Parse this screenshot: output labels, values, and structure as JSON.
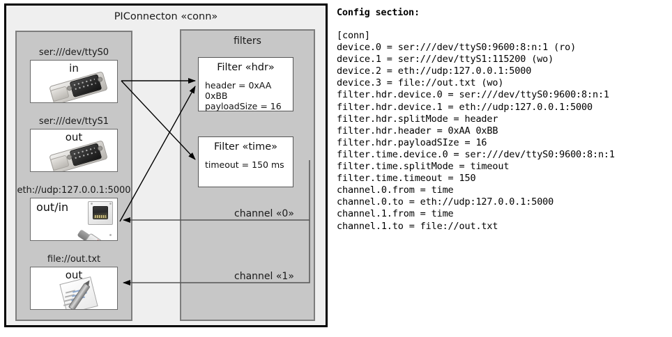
{
  "diagram": {
    "title": "PIConnecton «conn»",
    "devices_panel": {
      "groups": [
        {
          "label": "ser:///dev/ttyS0",
          "io": "in",
          "icon": "serial-port-icon"
        },
        {
          "label": "ser:///dev/ttyS1",
          "io": "out",
          "icon": "serial-port-icon"
        },
        {
          "label": "eth://udp:127.0.0.1:5000",
          "io": "out/in",
          "icon": "ethernet-jack-icon"
        },
        {
          "label": "file://out.txt",
          "io": "out",
          "icon": "text-document-icon"
        }
      ]
    },
    "filters_panel": {
      "title": "filters",
      "filters": [
        {
          "title": "Filter «hdr»",
          "props": [
            "header = 0xAA 0xBB",
            "payloadSize = 16"
          ]
        },
        {
          "title": "Filter «time»",
          "props": [
            "timeout = 150 ms"
          ]
        }
      ]
    },
    "channels": [
      {
        "label": "channel «0»"
      },
      {
        "label": "channel «1»"
      }
    ]
  },
  "config": {
    "heading": "Config section:",
    "lines": [
      "[conn]",
      "device.0 = ser:///dev/ttyS0:9600:8:n:1 (ro)",
      "device.1 = ser:///dev/ttyS1:115200 (wo)",
      "device.2 = eth://udp:127.0.0.1:5000",
      "device.3 = file://out.txt (wo)",
      "filter.hdr.device.0 = ser:///dev/ttyS0:9600:8:n:1",
      "filter.hdr.device.1 = eth://udp:127.0.0.1:5000",
      "filter.hdr.splitMode = header",
      "filter.hdr.header = 0xAA 0xBB",
      "filter.hdr.payloadSIze = 16",
      "filter.time.device.0 = ser:///dev/ttyS0:9600:8:n:1",
      "filter.time.splitMode = timeout",
      "filter.time.timeout = 150",
      "channel.0.from = time",
      "channel.0.to = eth://udp:127.0.0.1:5000",
      "channel.1.from = time",
      "channel.1.to = file://out.txt"
    ]
  },
  "colors": {
    "page_background": "#ffffff",
    "outer_frame": "#efefef",
    "outer_frame_border": "#000000",
    "panel_fill": "#c7c7c7",
    "panel_border": "#7d7d7d",
    "box_fill": "#ffffff",
    "box_border": "#555555",
    "edge_stroke": "#000000",
    "text": "#1a1a1a"
  }
}
